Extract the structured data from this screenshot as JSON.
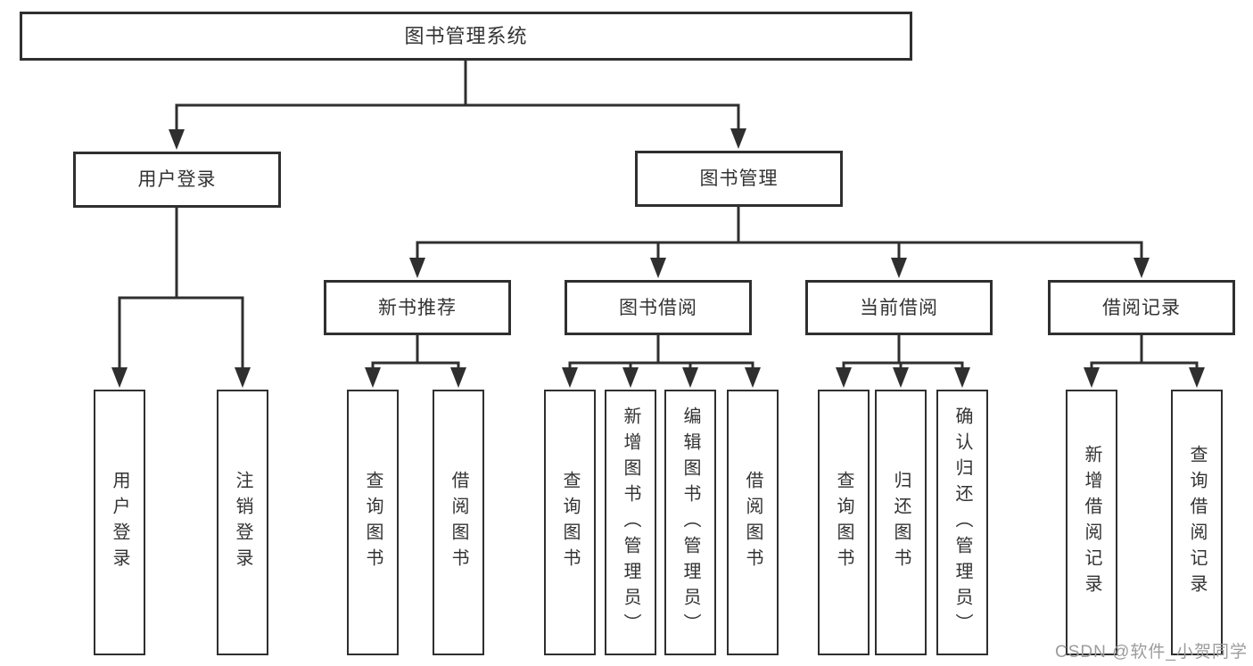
{
  "diagram": {
    "root": {
      "label": "图书管理系统"
    },
    "level2": [
      {
        "id": "user-login",
        "label": "用户登录",
        "parent": "图书管理系统"
      },
      {
        "id": "book-management",
        "label": "图书管理",
        "parent": "图书管理系统"
      }
    ],
    "level3": [
      {
        "id": "new-book-recommend",
        "label": "新书推荐",
        "parent": "图书管理"
      },
      {
        "id": "book-borrow",
        "label": "图书借阅",
        "parent": "图书管理"
      },
      {
        "id": "current-borrow",
        "label": "当前借阅",
        "parent": "图书管理"
      },
      {
        "id": "borrow-records",
        "label": "借阅记录",
        "parent": "图书管理"
      }
    ],
    "leaves": [
      {
        "label": "用户登录",
        "parent": "用户登录"
      },
      {
        "label": "注销登录",
        "parent": "用户登录"
      },
      {
        "label": "查询图书",
        "parent": "新书推荐"
      },
      {
        "label": "借阅图书",
        "parent": "新书推荐"
      },
      {
        "label": "查询图书",
        "parent": "图书借阅"
      },
      {
        "label": "新增图书（管理员）",
        "parent": "图书借阅"
      },
      {
        "label": "编辑图书（管理员）",
        "parent": "图书借阅"
      },
      {
        "label": "借阅图书",
        "parent": "图书借阅"
      },
      {
        "label": "查询图书",
        "parent": "当前借阅"
      },
      {
        "label": "归还图书",
        "parent": "当前借阅"
      },
      {
        "label": "确认归还（管理员）",
        "parent": "当前借阅"
      },
      {
        "label": "新增借阅记录",
        "parent": "借阅记录"
      },
      {
        "label": "查询借阅记录",
        "parent": "借阅记录"
      }
    ]
  },
  "watermark": {
    "text": "CSDN @软件_小贺同学"
  },
  "colors": {
    "line": "#2f2f2f",
    "box_border": "#2f2f2f",
    "text": "#333333",
    "watermark": "#9c9c9c",
    "background": "#ffffff"
  }
}
